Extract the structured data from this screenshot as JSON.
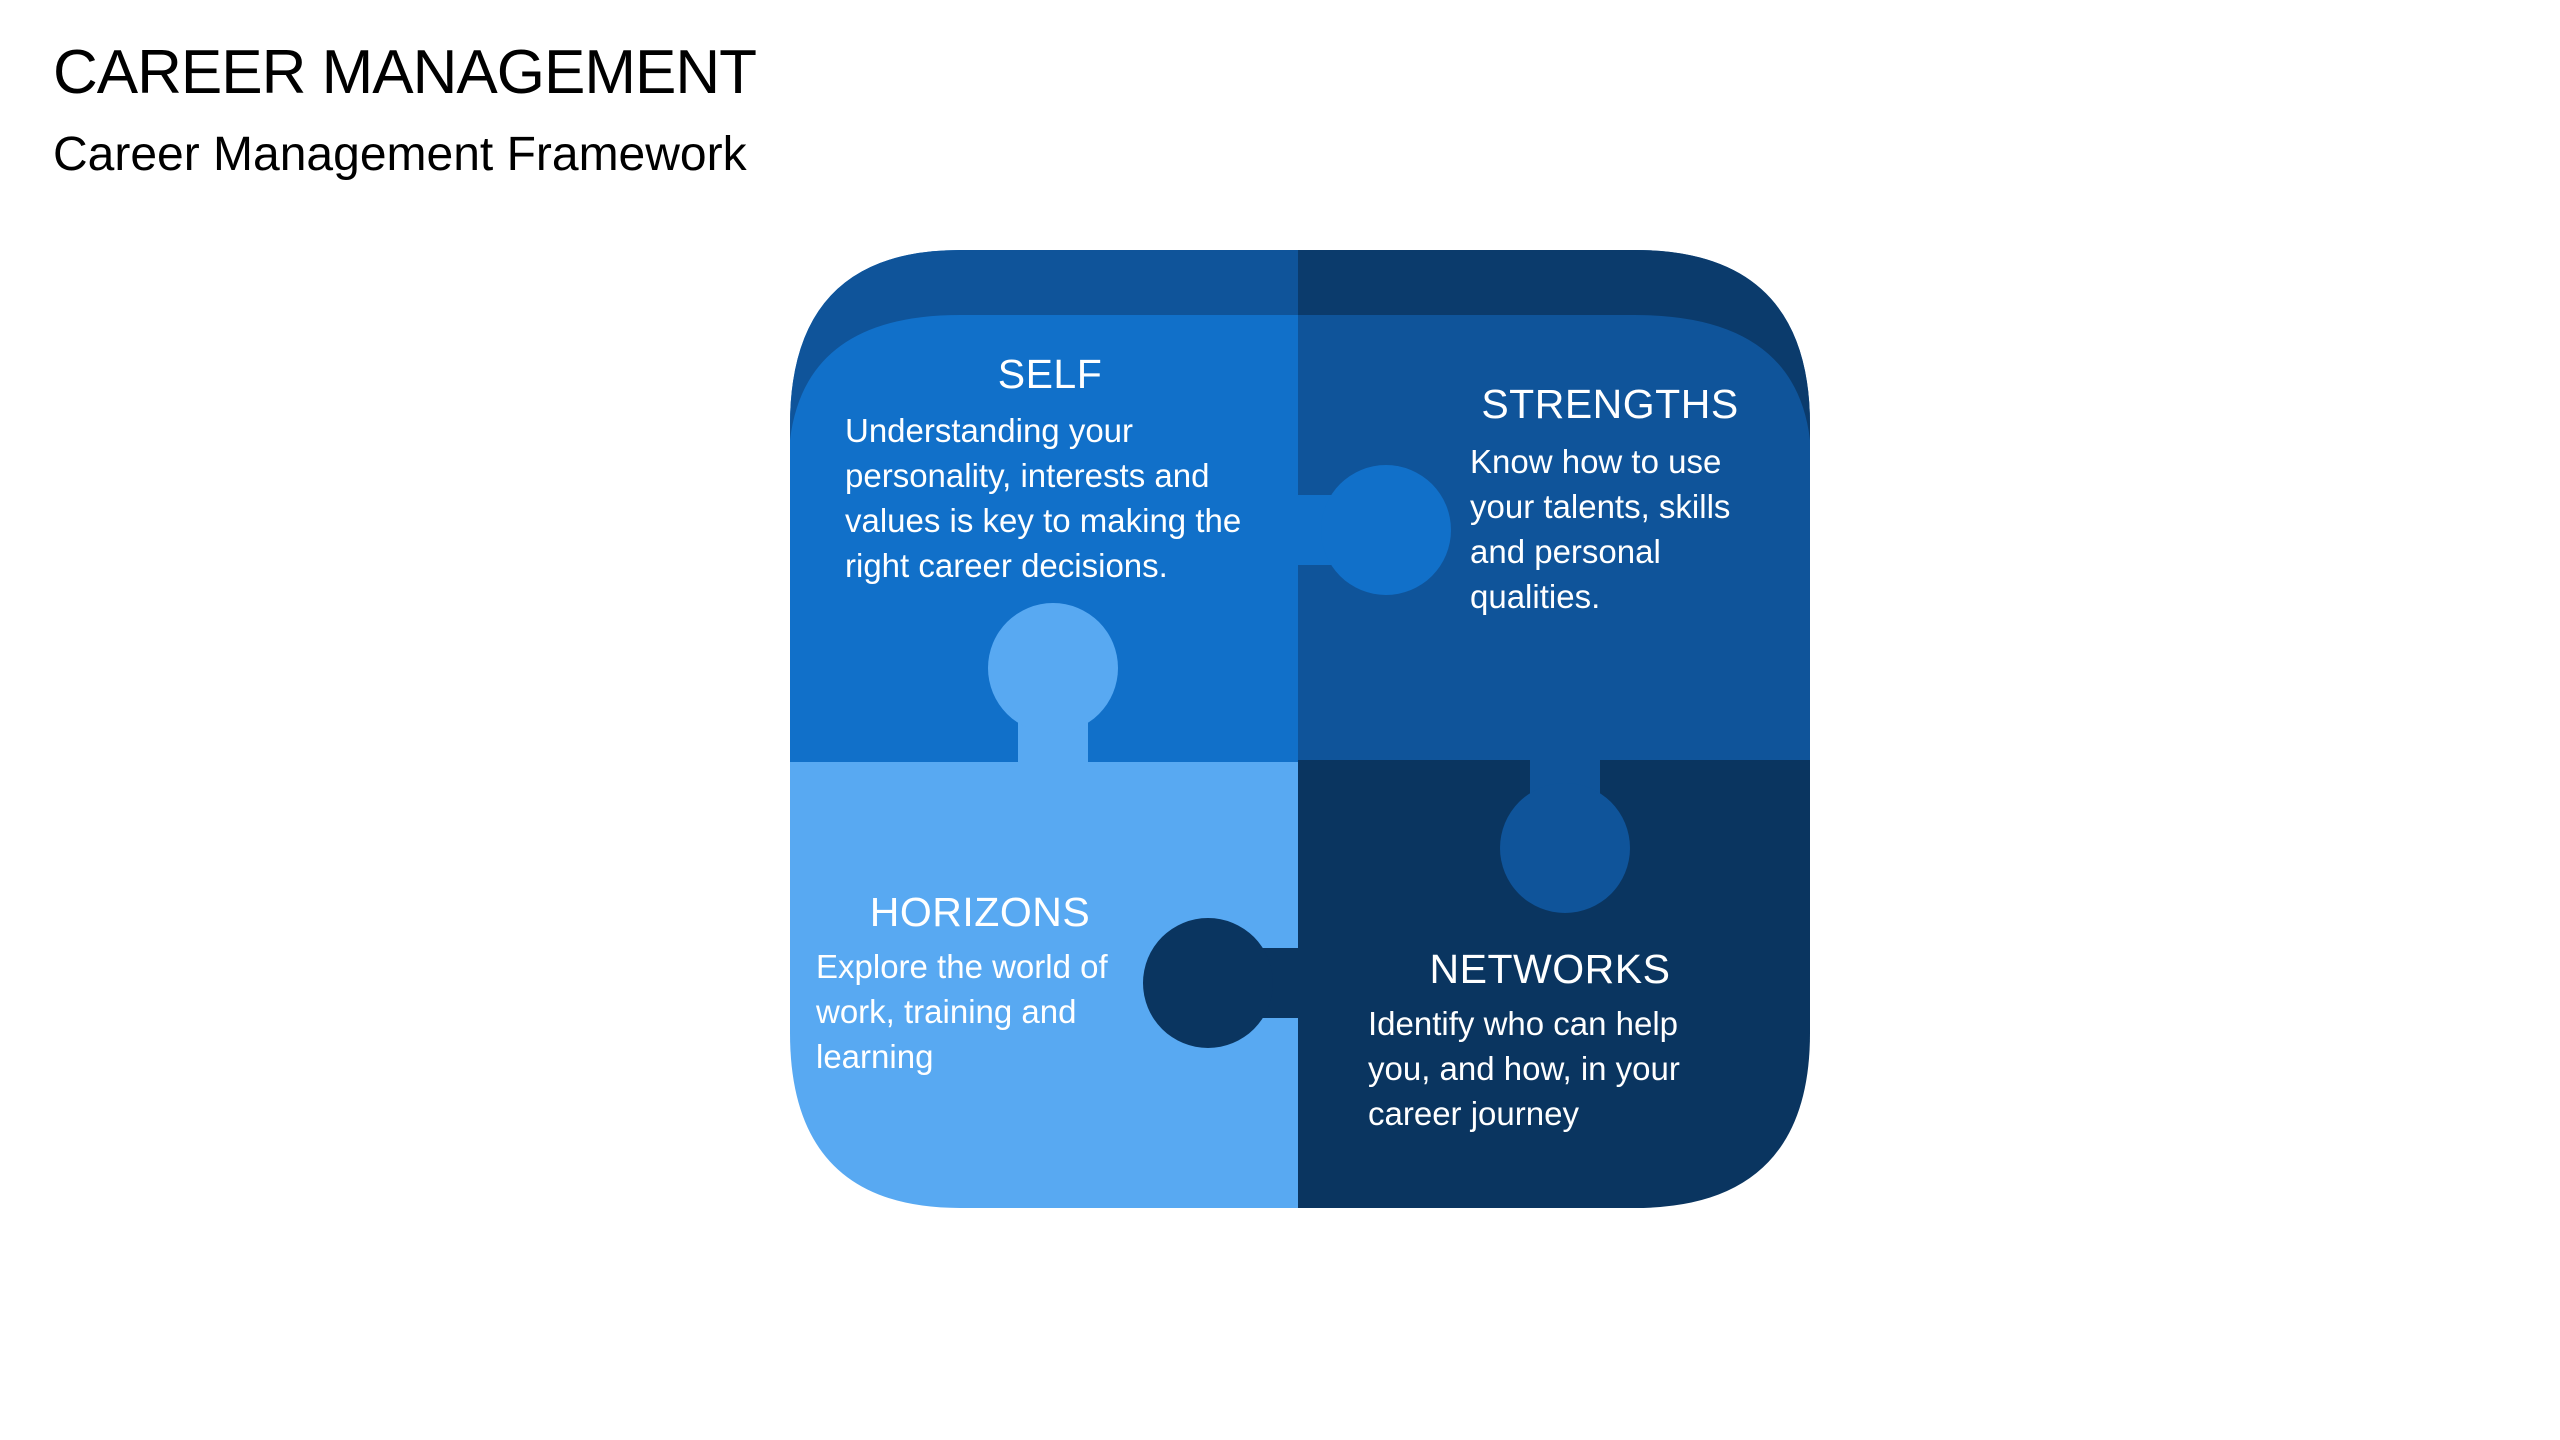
{
  "slide": {
    "title": "CAREER MANAGEMENT",
    "subtitle": "Career Management Framework"
  },
  "colors": {
    "self": "#1170C9",
    "self_top_band": "#0F549A",
    "strengths": "#0F549A",
    "strengths_top_band": "#0B3B6C",
    "horizons": "#58A9F2",
    "networks": "#0A3560",
    "text": "#FFFFFF"
  },
  "pieces": {
    "self": {
      "title": "SELF",
      "description": "Understanding your personality, interests and values is key to making the right career decisions."
    },
    "strengths": {
      "title": "STRENGTHS",
      "description": "Know how to use your talents, skills and personal qualities."
    },
    "horizons": {
      "title": "HORIZONS",
      "description": "Explore the world of work, training and learning"
    },
    "networks": {
      "title": "NETWORKS",
      "description": "Identify who can help you, and how, in your career journey"
    }
  }
}
